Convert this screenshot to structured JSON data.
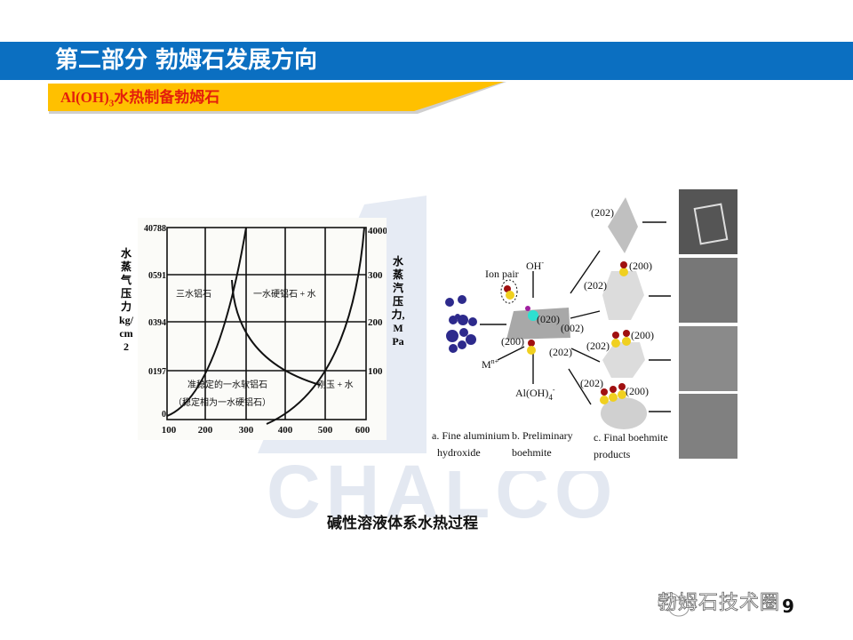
{
  "header": {
    "title": "第二部分  勃姆石发展方向",
    "subtitle_main": "Al(OH)",
    "subtitle_sub": "3",
    "subtitle_rest": "水热制备勃姆石"
  },
  "watermark": "CHALCO",
  "phase_chart": {
    "left_ylabel": "水蒸气压力kg/cm2",
    "right_ylabel": "水蒸汽压力,MPa",
    "left_ticks": [
      "40788",
      "0591",
      "0394",
      "0197",
      "0"
    ],
    "right_ticks": [
      "4000",
      "300",
      "200",
      "100"
    ],
    "x_ticks": [
      "100",
      "200",
      "300",
      "400",
      "500",
      "600"
    ],
    "regions": [
      "三水铝石",
      "一水硬铝石 + 水",
      "准稳定的一水软铝石",
      "（稳定相为一水硬铝石）",
      "刚玉 + 水"
    ]
  },
  "diagram": {
    "labels": {
      "ion_pair": "Ion pair",
      "oh": "OH",
      "oh_sup": "-",
      "m": "M",
      "m_sup": "n+",
      "aloh": "Al(OH)",
      "aloh_sub": "4",
      "aloh_sup": "-",
      "f020": "(020)",
      "f002": "(002)",
      "f200": "(200)",
      "f202": "(202)"
    },
    "captions": {
      "a1": "a. Fine aluminium",
      "a2": "hydroxide",
      "b1": "b. Preliminary",
      "b2": "boehmite",
      "c1": "c. Final boehmite",
      "c2": "products"
    }
  },
  "caption": "碱性溶液体系水热过程",
  "footer": {
    "brand": "勃姆石技术圈",
    "page": "9"
  },
  "colors": {
    "bar": "#0b6fc1",
    "banner": "#ffc000",
    "subtitle": "#e41e0c"
  }
}
